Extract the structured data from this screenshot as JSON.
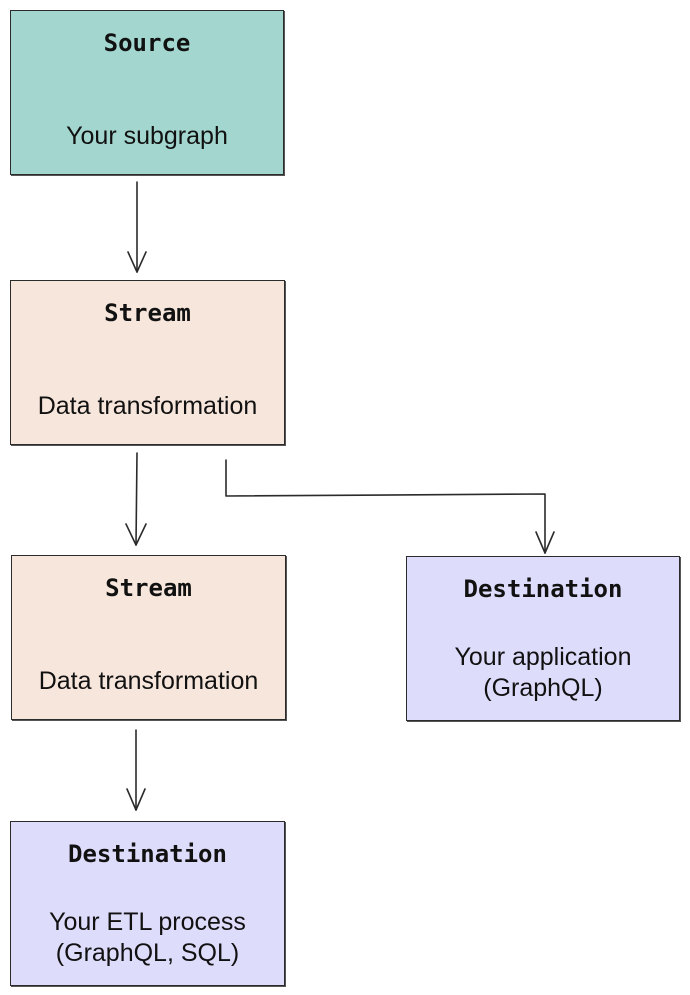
{
  "nodes": {
    "source": {
      "title": "Source",
      "subtitle": [
        "Your subgraph"
      ],
      "color": "#a3d6cf"
    },
    "stream1": {
      "title": "Stream",
      "subtitle": [
        "Data transformation"
      ],
      "color": "#f7e6dc"
    },
    "stream2": {
      "title": "Stream",
      "subtitle": [
        "Data transformation"
      ],
      "color": "#f7e6dc"
    },
    "dest_app": {
      "title": "Destination",
      "subtitle": [
        "Your application",
        "(GraphQL)"
      ],
      "color": "#dedcfb"
    },
    "dest_etl": {
      "title": "Destination",
      "subtitle": [
        "Your ETL process",
        "(GraphQL, SQL)"
      ],
      "color": "#dedcfb"
    }
  },
  "edges": [
    {
      "from": "source",
      "to": "stream1"
    },
    {
      "from": "stream1",
      "to": "stream2"
    },
    {
      "from": "stream1",
      "to": "dest_app"
    },
    {
      "from": "stream2",
      "to": "dest_etl"
    }
  ],
  "colors": {
    "line": "#2b2b2b",
    "border": "#2b2b2b"
  }
}
